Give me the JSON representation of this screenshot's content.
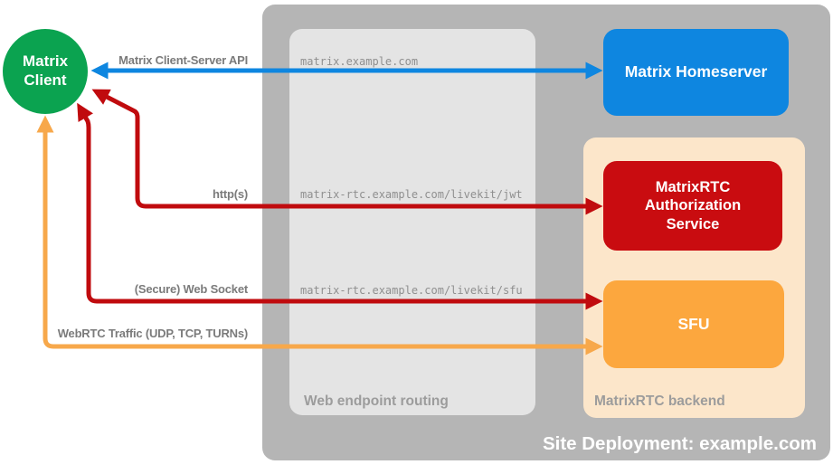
{
  "diagram": {
    "client": {
      "label": "Matrix Client",
      "color": "#0ba350"
    },
    "containers": {
      "site": {
        "label": "Site Deployment: example.com",
        "bg": "#b5b5b5"
      },
      "routing": {
        "label": "Web endpoint routing",
        "bg": "#e4e4e4"
      },
      "backend": {
        "label": "MatrixRTC backend",
        "bg": "#fce6ca"
      }
    },
    "nodes": {
      "homeserver": {
        "label": "Matrix Homeserver",
        "color": "#0e86e0"
      },
      "auth_service": {
        "label": "MatrixRTC Authorization Service",
        "color": "#c90c10"
      },
      "sfu": {
        "label": "SFU",
        "color": "#fca73e"
      }
    },
    "endpoints": {
      "homeserver": "matrix.example.com",
      "jwt": "matrix-rtc.example.com/livekit/jwt",
      "sfu": "matrix-rtc.example.com/livekit/sfu"
    },
    "arrows": {
      "cs_api": {
        "label": "Matrix Client-Server API",
        "color": "#0e86e0"
      },
      "http": {
        "label": "http(s)",
        "color": "#c00b0e"
      },
      "websocket": {
        "label": "(Secure) Web Socket",
        "color": "#c00b0e"
      },
      "webrtc": {
        "label": "WebRTC Traffic (UDP, TCP, TURNs)",
        "color": "#f7a84b"
      }
    }
  }
}
